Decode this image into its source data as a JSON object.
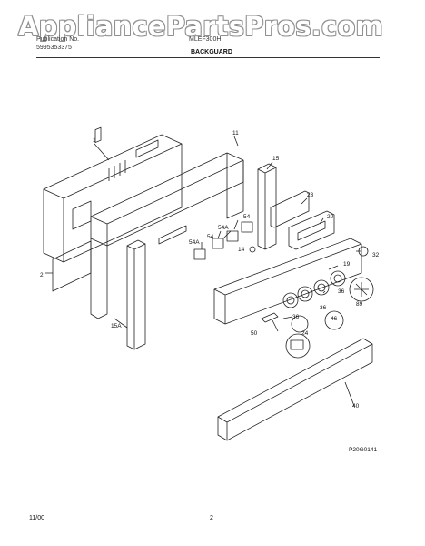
{
  "watermark": "AppliancePartsPros.com",
  "header": {
    "pub_label": "Publication No.",
    "pub_number": "5995353375",
    "model_label": "MLEF300H",
    "section": "BACKGUARD"
  },
  "callouts": [
    "1",
    "11",
    "15",
    "23",
    "20",
    "54",
    "54A",
    "54",
    "54A",
    "14",
    "19",
    "32",
    "36",
    "36",
    "89",
    "36",
    "46",
    "50",
    "24",
    "40",
    "2",
    "15A"
  ],
  "figure_code": "P20G0141",
  "footer": {
    "date": "11/00",
    "page": "2"
  }
}
